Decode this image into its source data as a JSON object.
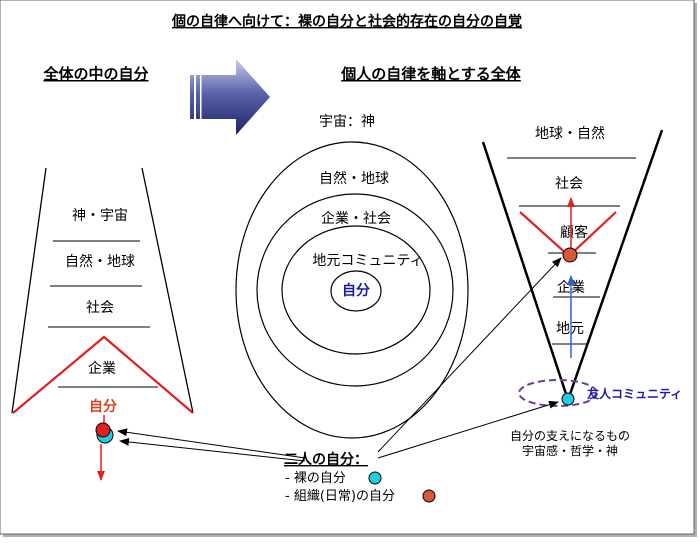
{
  "title": "個の自律へ向けて：裸の自分と社会的存在の自分の自覚",
  "left_heading": "全体の中の自分",
  "center_heading": "個人の自律を軸とする全体",
  "left_funnel": {
    "levels": [
      "神・宇宙",
      "自然・地球",
      "社会",
      "企業"
    ],
    "self_label": "自分"
  },
  "center_circles": {
    "outer_label": "宇宙：神",
    "rings": [
      "自然・地球",
      "企業・社会",
      "地元コミュニティ"
    ],
    "core_label": "自分"
  },
  "right_funnel": {
    "levels": [
      "地球・自然",
      "社会",
      "顧客",
      "企業",
      "地元"
    ],
    "community_label": "友人コミュニティ"
  },
  "support_note": [
    "自分の支えになるもの",
    "宇宙感・哲学・神"
  ],
  "legend": {
    "heading": "二人の自分：",
    "items": [
      "- 裸の自分",
      "- 組織(日常)の自分"
    ]
  },
  "colors": {
    "naked_self": "#22ccdd",
    "org_self": "#d9573a",
    "red_line": "#e02020",
    "blue_text": "#1a1aaa",
    "arrow_blue": "#3060d0",
    "dashed_ellipse": "#6b3fa0"
  }
}
